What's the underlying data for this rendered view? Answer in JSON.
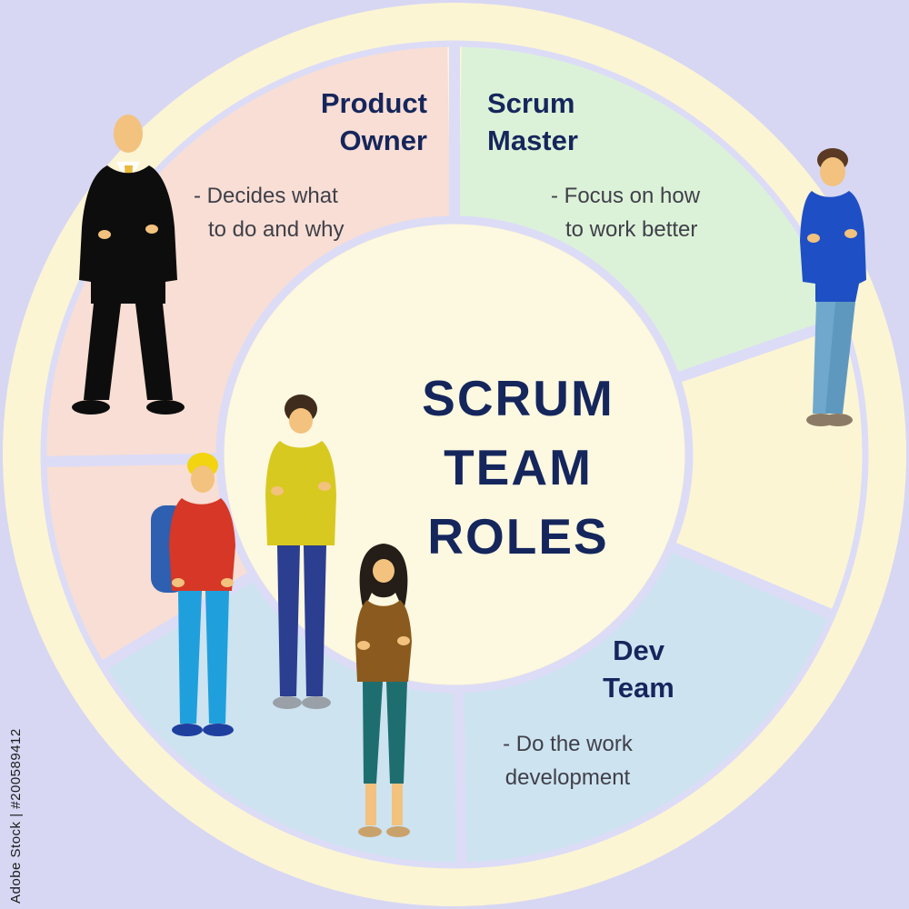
{
  "title": "Scrum team roles infographic",
  "center": {
    "title_line1": "SCRUM",
    "title_line2": "TEAM",
    "title_line3": "ROLES",
    "color": "#14265c"
  },
  "roles": {
    "product_owner": {
      "title_line1": "Product",
      "title_line2": "Owner",
      "desc_line1": "- Decides what",
      "desc_line2": "to do and why",
      "segment_color": "#f8ded4"
    },
    "scrum_master": {
      "title_line1": "Scrum",
      "title_line2": "Master",
      "desc_line1": "- Focus on how",
      "desc_line2": "to work better",
      "segment_color": "#dcf2d8"
    },
    "dev_team": {
      "title_line1": "Dev",
      "title_line2": "Team",
      "desc_line1": "- Do the work",
      "desc_line2": "development",
      "segment_color": "#cde3f0"
    }
  },
  "figures": [
    "businessman-black-suit",
    "man-blue-sweater-jeans",
    "man-red-shirt-backpack",
    "man-yellow-shirt",
    "woman-brown-top-teal-pants"
  ],
  "colors": {
    "background": "#d7d7f3",
    "ring": "#fcf5d4",
    "inner_circle": "#fdf8e0",
    "divider": "#dcdcf7",
    "title_navy": "#16265c",
    "desc_gray": "#40404a"
  },
  "watermark": "Adobe Stock | #200589412"
}
